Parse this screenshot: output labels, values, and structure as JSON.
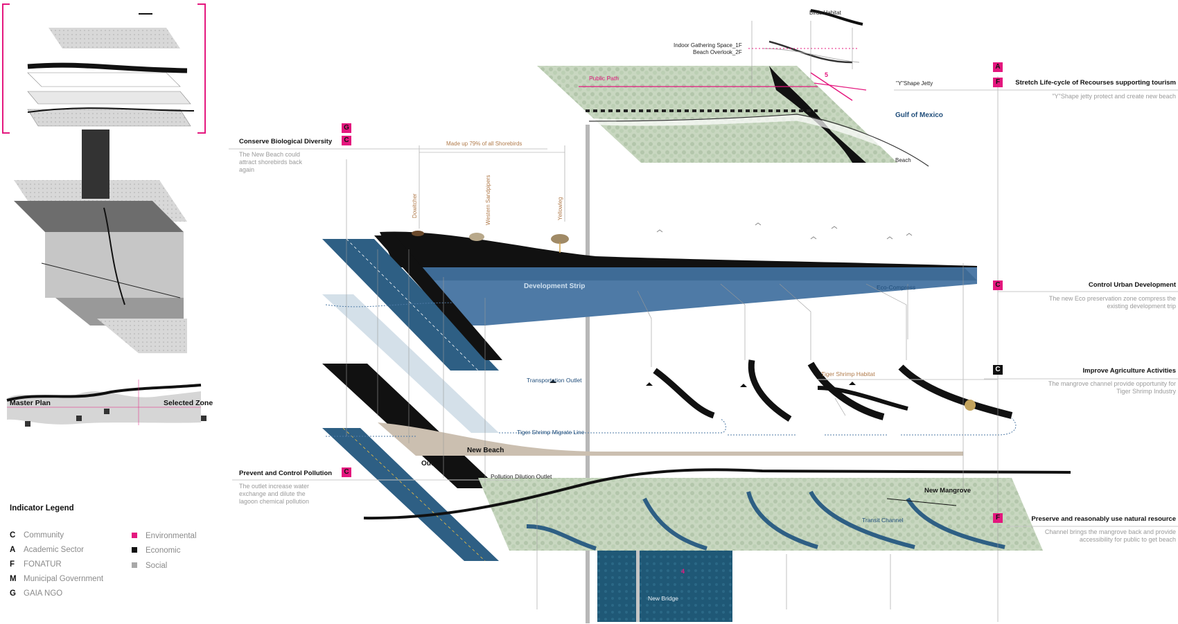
{
  "colors": {
    "environmental": "#e4177e",
    "economic": "#111111",
    "social": "#a8a8a8",
    "water": "#2e5f84",
    "development_strip": "#4e7aa6",
    "vegetation": "#c9d8c1",
    "sand": "#cbbfb0"
  },
  "left_panel": {
    "master_plan": "Master Plan",
    "selected_zone": "Selected Zone",
    "legend_title": "Indicator Legend",
    "legend_letters": [
      {
        "key": "C",
        "label": "Community"
      },
      {
        "key": "A",
        "label": "Academic Sector"
      },
      {
        "key": "F",
        "label": "FONATUR"
      },
      {
        "key": "M",
        "label": "Municipal Government"
      },
      {
        "key": "G",
        "label": "GAIA NGO"
      }
    ],
    "legend_colors": [
      {
        "label": "Environmental",
        "color": "#e4177e"
      },
      {
        "label": "Economic",
        "color": "#111111"
      },
      {
        "label": "Social",
        "color": "#a8a8a8"
      }
    ]
  },
  "top": {
    "birds_habitat": "Birds Habitat",
    "indoor_gathering": "Indoor Gathering Space_1F",
    "beach_overlook": "Beach Overlook_2F",
    "public_path": "Public Path",
    "gulf": "Gulf of Mexico",
    "beach": "Beach",
    "y_jetty": "\"Y\"Shape Jetty",
    "marker_5": "5"
  },
  "indicators": {
    "stretch": {
      "badges": [
        "A",
        "F"
      ],
      "title": "Stretch Life-cycle of Recourses supporting tourism",
      "desc": "\"Y\"Shape jetty protect and create new beach"
    },
    "biodiversity": {
      "badges": [
        "G",
        "C"
      ],
      "title": "Conserve Biological Diversity",
      "desc": "The New Beach could attract shorebirds back again"
    },
    "urban": {
      "badges": [
        "C"
      ],
      "title": "Control Urban Development",
      "desc": "The new Eco preservation zone compress the existing development trip"
    },
    "agriculture": {
      "badges": [
        "C"
      ],
      "title": "Improve Agriculture Activities",
      "desc": "The mangrove channel provide opportunity for Tiger Shrimp Industry"
    },
    "pollution": {
      "badges": [
        "C"
      ],
      "title": "Prevent and Control Pollution",
      "desc": "The outlet increase water exchange and dilute the lagoon chemical pollution"
    },
    "preserve": {
      "badges": [
        "F"
      ],
      "title": "Preserve and reasonably use natural resource",
      "desc": "Channel brings the mangrove back and provide accessibility for public to get beach"
    }
  },
  "birds": {
    "header": "Made up 79% of all Shorebirds",
    "species": [
      "Dowitcher",
      "Western Sandpipers",
      "Yellowleg"
    ]
  },
  "layers": {
    "development_strip": "Development Strip",
    "eco_compress": "Eco-Compress",
    "transportation_outlet": "Transportation Outlet",
    "tiger_shrimp_habitat": "Tiger Shrimp Habitat",
    "tiger_shrimp_migrate": "Tiger Shrimp Migrate Line",
    "new_beach": "New Beach",
    "outlet": "Outlet",
    "pollution_dilution": "Pollution Dilution Outlet",
    "new_mangrove": "New Mangrove",
    "transit_channel": "Transit Channel",
    "new_bridge": "New Bridge",
    "marker_4": "4"
  }
}
